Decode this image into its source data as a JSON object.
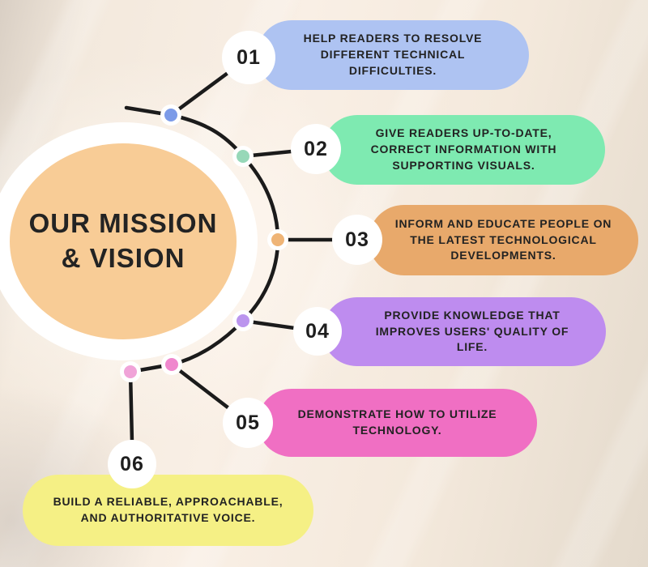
{
  "title": {
    "line1": "OUR MISSION",
    "line2": "& VISION"
  },
  "colors": {
    "background": "#f7ece1",
    "center_fill": "#f8cc96",
    "center_ring": "#ffffff",
    "connector_line": "#1b1b1b",
    "text": "#222222"
  },
  "items": [
    {
      "number": "01",
      "text": "HELP READERS TO RESOLVE DIFFERENT TECHNICAL DIFFICULTIES.",
      "pill_color": "#aec3f2",
      "dot_color": "#7c9be8"
    },
    {
      "number": "02",
      "text": "GIVE READERS UP-TO-DATE, CORRECT INFORMATION WITH SUPPORTING VISUALS.",
      "pill_color": "#7eeab1",
      "dot_color": "#97d8b8"
    },
    {
      "number": "03",
      "text": "INFORM AND EDUCATE PEOPLE ON THE LATEST TECHNOLOGICAL DEVELOPMENTS.",
      "pill_color": "#e8a96b",
      "dot_color": "#efb476"
    },
    {
      "number": "04",
      "text": "PROVIDE KNOWLEDGE THAT IMPROVES USERS' QUALITY OF LIFE.",
      "pill_color": "#be8cef",
      "dot_color": "#bb95ee"
    },
    {
      "number": "05",
      "text": "DEMONSTRATE HOW TO UTILIZE TECHNOLOGY.",
      "pill_color": "#f06fc3",
      "dot_color": "#ef87cd"
    },
    {
      "number": "06",
      "text": "BUILD A RELIABLE, APPROACHABLE, AND AUTHORITATIVE VOICE.",
      "pill_color": "#f5f085",
      "dot_color": "#f0a3d8"
    }
  ]
}
